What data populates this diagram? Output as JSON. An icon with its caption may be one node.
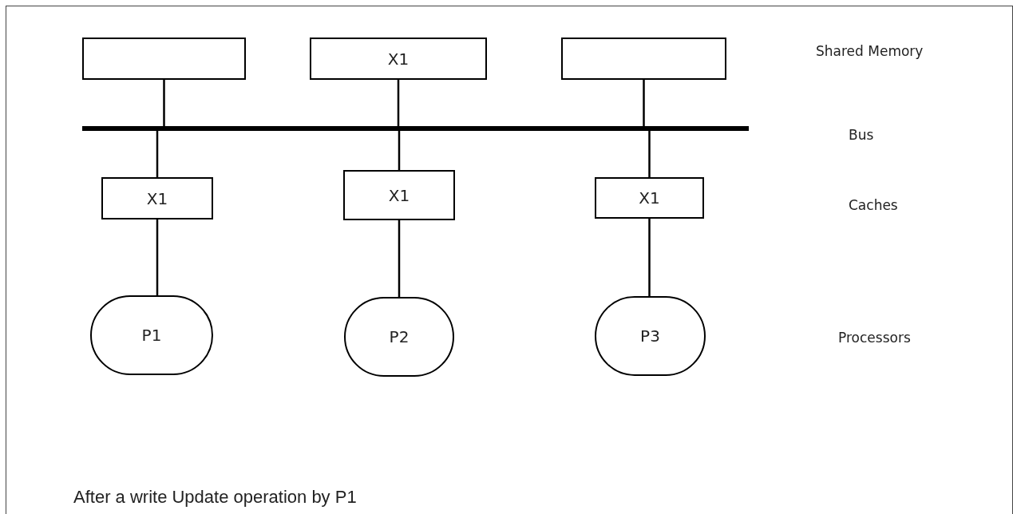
{
  "diagram": {
    "caption": "After a write Update operation by P1",
    "nodes": [
      {
        "text": [],
        "shape": "box"
      },
      {
        "text": [
          "X1"
        ]
      },
      {
        "text": [],
        "shape": "box"
      },
      {
        "text": [],
        "shape": "bar"
      },
      {
        "text": [
          "X1"
        ]
      },
      {
        "text": [
          "X1"
        ]
      },
      {
        "text": [
          "X1"
        ]
      },
      {
        "text": [
          "P1"
        ]
      },
      {
        "text": [
          "P2"
        ]
      },
      {
        "text": [
          "P3"
        ]
      }
    ],
    "edges": [
      {
        "from": 0,
        "to": 3,
        "arrow": "none"
      },
      {
        "from": 1,
        "to": 3,
        "arrow": "none"
      },
      {
        "from": 2,
        "to": 3,
        "arrow": "none"
      },
      {
        "from": 3,
        "to": 4,
        "arrow": "none"
      },
      {
        "from": 3,
        "to": 5,
        "arrow": "none"
      },
      {
        "from": 3,
        "to": 6,
        "arrow": "none"
      },
      {
        "from": 4,
        "to": 7,
        "arrow": "none"
      },
      {
        "from": 5,
        "to": 8,
        "arrow": "none"
      },
      {
        "from": 6,
        "to": 9,
        "arrow": "none"
      }
    ],
    "labels": [
      "Shared Memory",
      "Bus",
      "Caches",
      "Processors"
    ]
  }
}
